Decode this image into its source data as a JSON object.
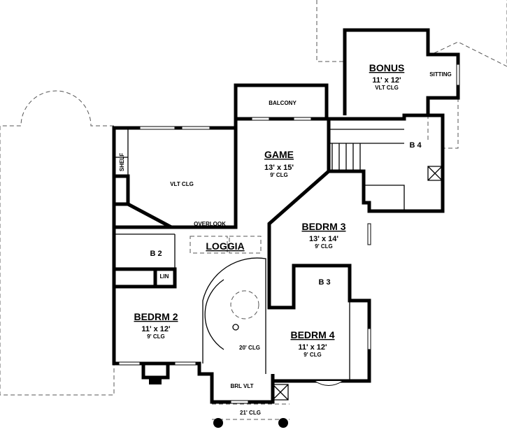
{
  "rooms": {
    "bonus": {
      "name": "BONUS",
      "size": "11' x 12'",
      "ceiling": "VLT CLG"
    },
    "sitting": {
      "name": "SITTING"
    },
    "balcony": {
      "name": "BALCONY"
    },
    "game": {
      "name": "GAME",
      "size": "13' x 15'",
      "ceiling": "9' CLG"
    },
    "b4": {
      "name": "B 4"
    },
    "shelf": {
      "name": "SHELF"
    },
    "vlt": {
      "name": "VLT CLG"
    },
    "overlook": {
      "name": "OVERLOOK"
    },
    "loggia": {
      "name": "LOGGIA"
    },
    "bedrm3": {
      "name": "BEDRM 3",
      "size": "13' x 14'",
      "ceiling": "9' CLG"
    },
    "b2": {
      "name": "B 2"
    },
    "lin": {
      "name": "LIN"
    },
    "b3": {
      "name": "B 3"
    },
    "bedrm2": {
      "name": "BEDRM 2",
      "size": "11' x 12'",
      "ceiling": "9' CLG"
    },
    "stair": {
      "ceiling": "20' CLG"
    },
    "bedrm4": {
      "name": "BEDRM 4",
      "size": "11' x 12'",
      "ceiling": "9' CLG"
    },
    "entry": {
      "ceiling": "BRL VLT"
    },
    "porch": {
      "ceiling": "21' CLG"
    }
  }
}
